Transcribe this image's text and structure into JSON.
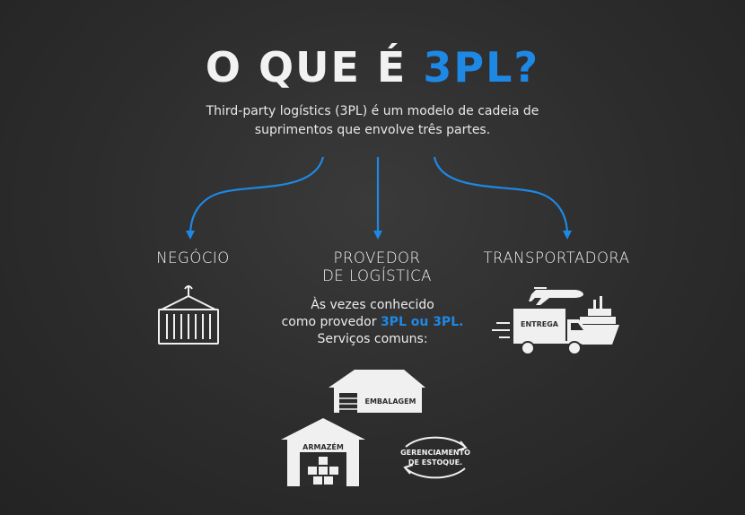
{
  "title": {
    "part1": "O QUE É ",
    "part2": "3PL?"
  },
  "subtitle": "Third-party logístics (3PL) é um modelo de cadeia de suprimentos que envolve três partes.",
  "branches": {
    "left": {
      "label": "NEGÓCIO"
    },
    "center": {
      "label_line1": "PROVEDOR",
      "label_line2": "DE LOGÍSTICA"
    },
    "right": {
      "label": "TRANSPORTADORA"
    }
  },
  "provider_text": {
    "line1": "Às vezes conhecido",
    "line2_prefix": "como provedor ",
    "line2_highlight": "3PL ou 3PL.",
    "line3": "Serviços comuns:"
  },
  "services": {
    "packaging": "EMBALAGEM",
    "warehouse": "ARMAZÉM",
    "inventory_line1": "GERENCIAMENTO",
    "inventory_line2": "DE ESTOQUE."
  },
  "transport_truck_label": "ENTREGA",
  "colors": {
    "accent": "#1e88e5",
    "text": "#f2f2f2",
    "background": "#2c2c2c"
  }
}
